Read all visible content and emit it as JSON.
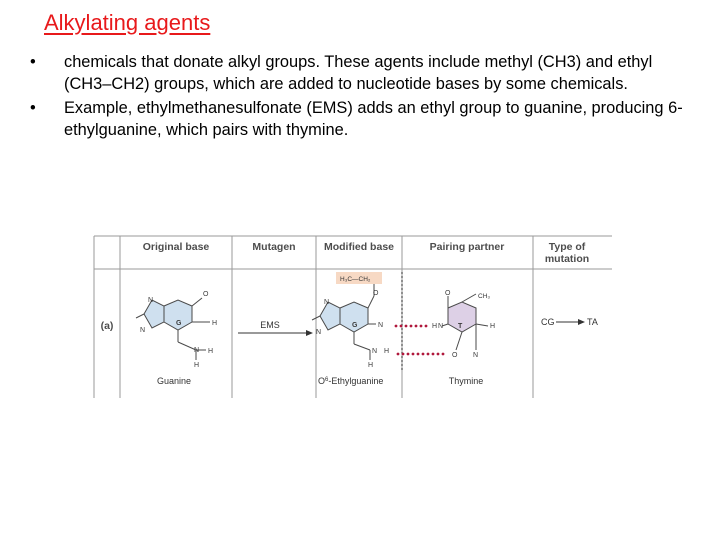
{
  "slide": {
    "title": "Alkylating agents",
    "bullets": [
      "chemicals that donate alkyl groups. These agents include methyl (CH3) and ethyl (CH3–CH2) groups, which are added to nucleotide bases by some chemicals.",
      "Example, ethylmethanesulfonate (EMS) adds an ethyl group to guanine, producing 6-ethylguanine, which pairs with thymine."
    ],
    "bullet_symbol": "•"
  },
  "figure": {
    "headers": [
      "Original base",
      "Mutagen",
      "Modified base",
      "Pairing partner",
      "Type of",
      "mutation"
    ],
    "row_label": "(a)",
    "original_base": {
      "letter": "G",
      "name": "Guanine"
    },
    "mutagen": "EMS",
    "modified_base": {
      "letter": "G",
      "group": "H₃C—CH₂",
      "name_prefix": "O",
      "name_sup": "6",
      "name_suffix": "-Ethylguanine"
    },
    "pairing_partner": {
      "letter": "T",
      "methyl": "CH₃",
      "name": "Thymine"
    },
    "mutation": {
      "from": "CG",
      "to": "TA"
    },
    "atoms": {
      "N": "N",
      "O": "O",
      "H": "H"
    },
    "colors": {
      "title": "#e8191b",
      "guanine_fill": "#cfe0ef",
      "thymine_fill": "#ddd0e6",
      "ethyl_fill": "#f7d9c4",
      "hbond": "#b0183c",
      "grid": "#9a9a9a"
    }
  }
}
